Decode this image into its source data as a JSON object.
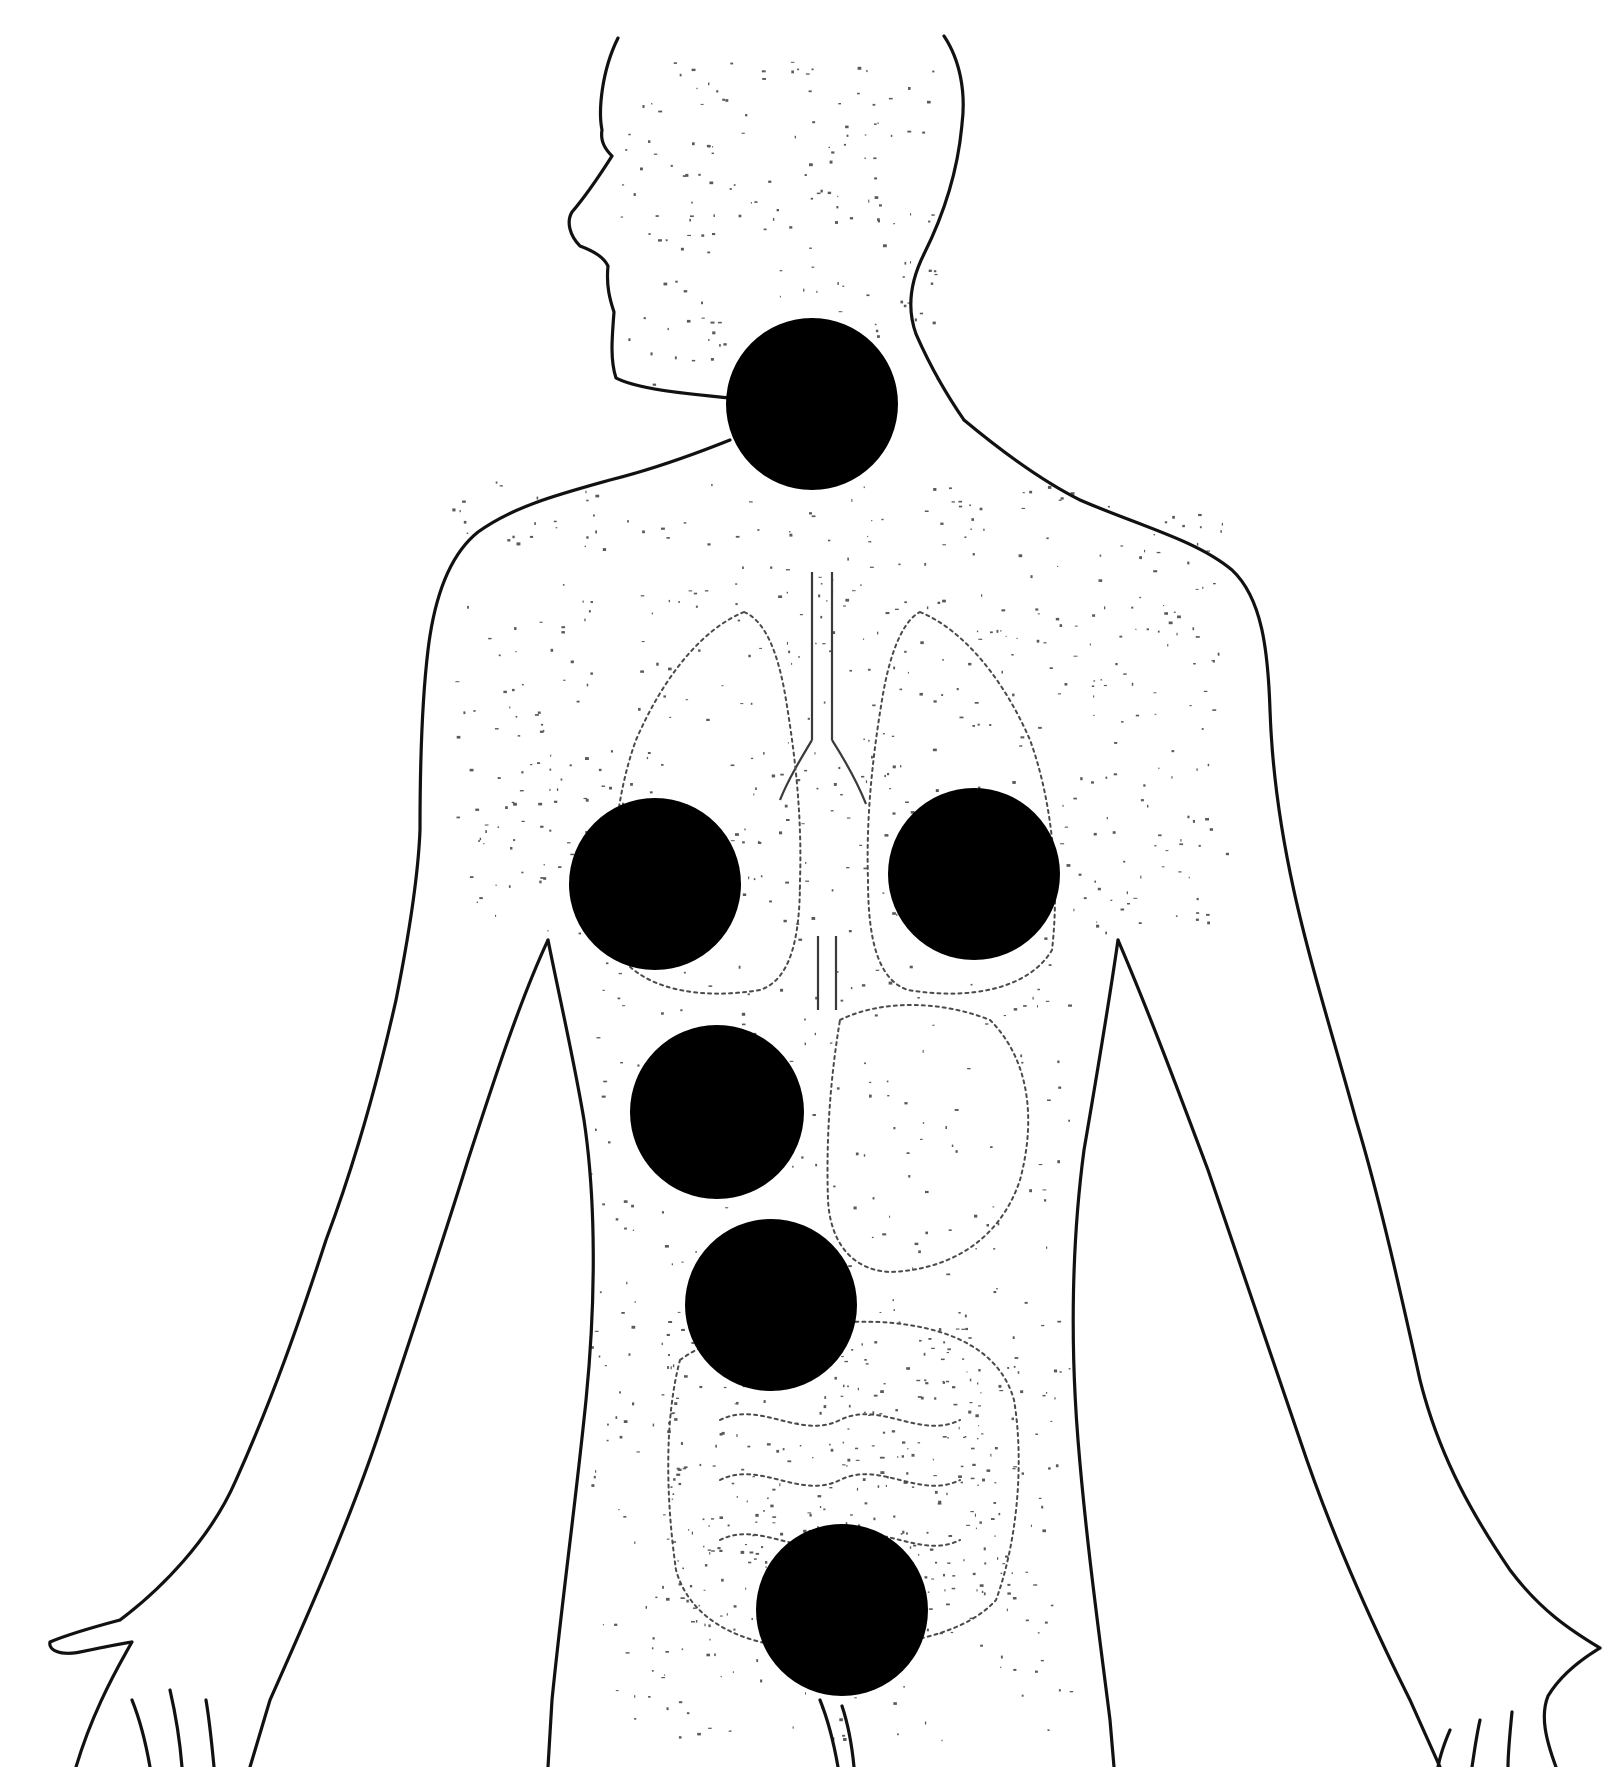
{
  "figure": {
    "subject": "human-torso-outline",
    "style": "black-and-white stippled line drawing",
    "background_color": "#ffffff",
    "line_color": "#111111",
    "marker_color": "#000000",
    "markers": [
      {
        "name": "throat",
        "region": "neck"
      },
      {
        "name": "right-chest",
        "region": "upper-chest-left-side-of-image"
      },
      {
        "name": "left-chest",
        "region": "upper-chest-right-side-of-image"
      },
      {
        "name": "upper-abdomen",
        "region": "below-ribcage"
      },
      {
        "name": "mid-abdomen",
        "region": "navel-area"
      },
      {
        "name": "lower-abdomen",
        "region": "pelvis"
      }
    ]
  }
}
